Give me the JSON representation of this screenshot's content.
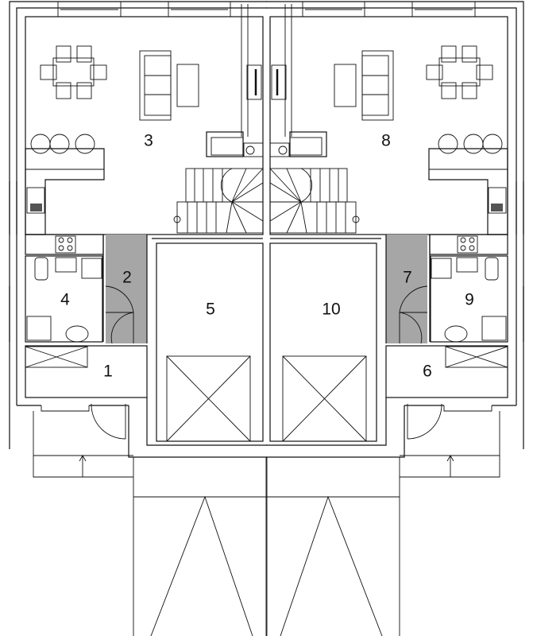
{
  "rooms": {
    "r1": "1",
    "r2": "2",
    "r3": "3",
    "r4": "4",
    "r5": "5",
    "r6": "6",
    "r7": "7",
    "r8": "8",
    "r9": "9",
    "r10": "10"
  },
  "colors": {
    "living": "#d9d9d9",
    "bath": "#d9d9d9",
    "hall": "#a6a6a6",
    "entry": "#c2c2c2",
    "garage": "#a6a6a6",
    "wall": "#111111"
  }
}
